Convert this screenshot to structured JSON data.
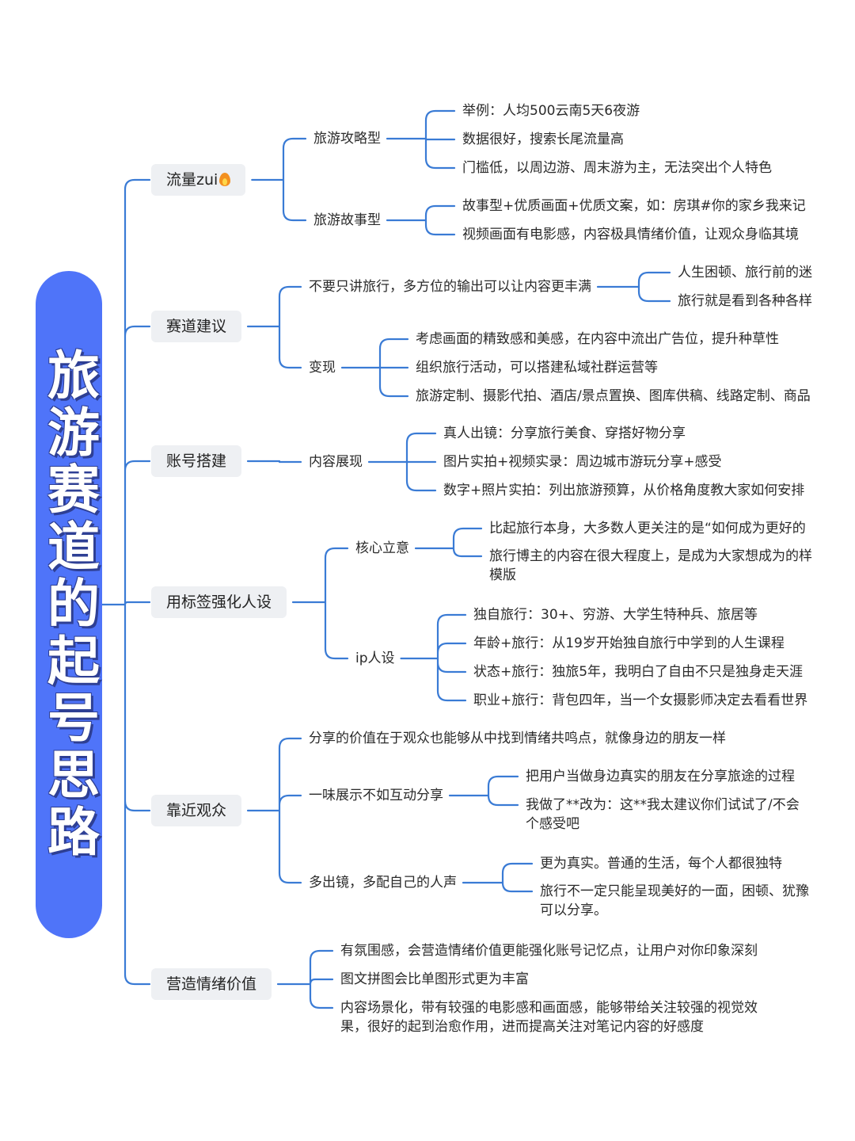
{
  "title": "旅游赛道的起号思路",
  "branches": [
    {
      "label": "流量zui",
      "icon": "fire-icon",
      "children": [
        {
          "label": "旅游攻略型",
          "children": [
            {
              "label": "举例：人均500云南5天6夜游"
            },
            {
              "label": "数据很好，搜索长尾流量高"
            },
            {
              "label": "门槛低，以周边游、周末游为主，无法突出个人特色"
            }
          ]
        },
        {
          "label": "旅游故事型",
          "children": [
            {
              "label": "故事型+优质画面+优质文案，如：房琪#你的家乡我来记"
            },
            {
              "label": "视频画面有电影感，内容极具情绪价值，让观众身临其境"
            }
          ]
        }
      ]
    },
    {
      "label": "赛道建议",
      "children": [
        {
          "label": "不要只讲旅行，多方位的输出可以让内容更丰满",
          "children": [
            {
              "label": "人生困顿、旅行前的迷"
            },
            {
              "label": "旅行就是看到各种各样"
            }
          ]
        },
        {
          "label": "变现",
          "children": [
            {
              "label": "考虑画面的精致感和美感，在内容中流出广告位，提升种草性"
            },
            {
              "label": "组织旅行活动，可以搭建私域社群运营等"
            },
            {
              "label": "旅游定制、摄影代拍、酒店/景点置换、图库供稿、线路定制、商品"
            }
          ]
        }
      ]
    },
    {
      "label": "账号搭建",
      "children": [
        {
          "label": "内容展现",
          "children": [
            {
              "label": "真人出镜：分享旅行美食、穿搭好物分享"
            },
            {
              "label": "图片实拍+视频实录：周边城市游玩分享+感受"
            },
            {
              "label": "数字+照片实拍：列出旅游预算，从价格角度教大家如何安排"
            }
          ]
        }
      ]
    },
    {
      "label": "用标签强化人设",
      "children": [
        {
          "label": "核心立意",
          "children": [
            {
              "label": "比起旅行本身，大多数人更关注的是“如何成为更好的"
            },
            {
              "label": "旅行博主的内容在很大程度上，是成为大家想成为的样\n模版"
            }
          ]
        },
        {
          "label": "ip人设",
          "children": [
            {
              "label": "独自旅行：30+、穷游、大学生特种兵、旅居等"
            },
            {
              "label": "年龄+旅行：从19岁开始独自旅行中学到的人生课程"
            },
            {
              "label": "状态+旅行：独旅5年，我明白了自由不只是独身走天涯"
            },
            {
              "label": "职业+旅行：背包四年，当一个女摄影师决定去看看世界"
            }
          ]
        }
      ]
    },
    {
      "label": "靠近观众",
      "children": [
        {
          "label": "分享的价值在于观众也能够从中找到情绪共鸣点，就像身边的朋友一样"
        },
        {
          "label": "一味展示不如互动分享",
          "children": [
            {
              "label": "把用户当做身边真实的朋友在分享旅途的过程"
            },
            {
              "label": "我做了**改为：这**我太建议你们试试了/不会\n个感受吧"
            }
          ]
        },
        {
          "label": "多出镜，多配自己的人声",
          "children": [
            {
              "label": "更为真实。普通的生活，每个人都很独特"
            },
            {
              "label": "旅行不一定只能呈现美好的一面，困顿、犹豫\n可以分享。"
            }
          ]
        }
      ]
    },
    {
      "label": "营造情绪价值",
      "children": [
        {
          "label": "有氛围感，会营造情绪价值更能强化账号记忆点，让用户对你印象深刻"
        },
        {
          "label": "图文拼图会比单图形式更为丰富"
        },
        {
          "label": "内容场景化，带有较强的电影感和画面感，能够带给关注较强的视觉效果，很好的起到治愈作用，进而提高关注对笔记内容的好感度"
        }
      ]
    }
  ]
}
